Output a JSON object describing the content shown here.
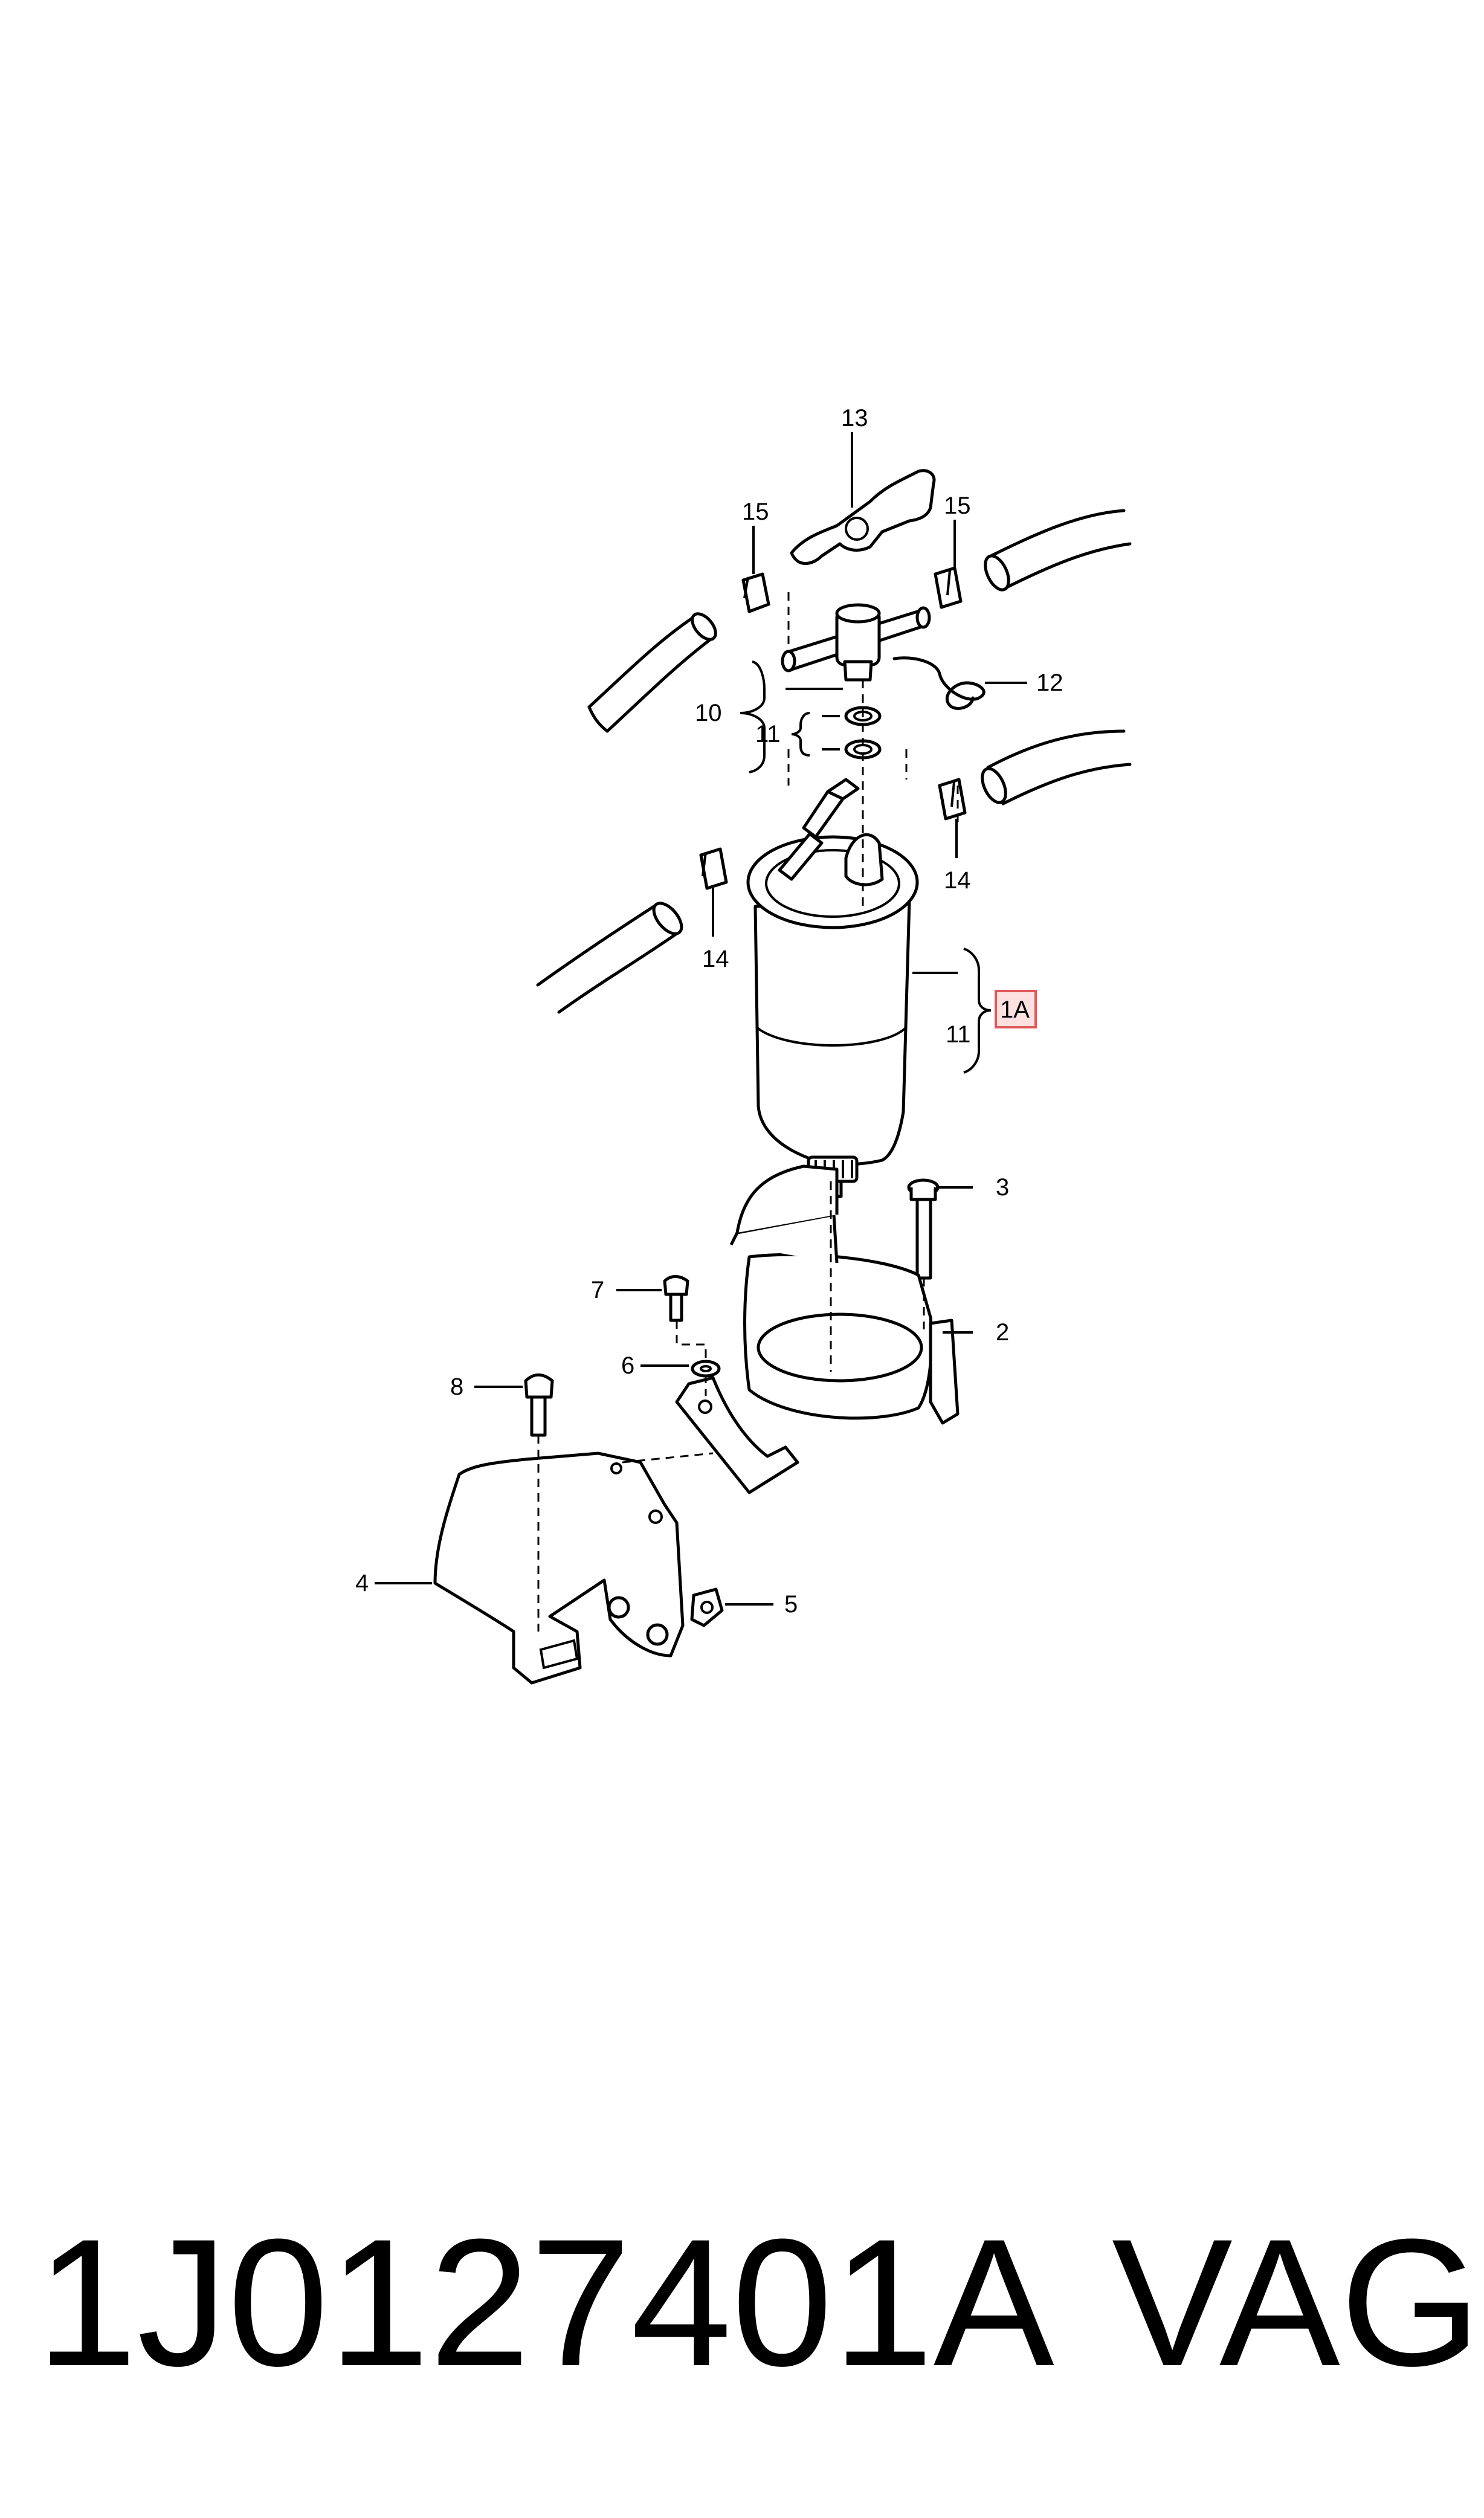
{
  "callouts": {
    "c13": "13",
    "c15_left": "15",
    "c15_right": "15",
    "c12": "12",
    "c10": "10",
    "c11_upper": "11",
    "c14_right": "14",
    "c14_left": "14",
    "c1A": "1A",
    "c11_lower": "11",
    "c3": "3",
    "c7": "7",
    "c2": "2",
    "c6": "6",
    "c8": "8",
    "c4": "4",
    "c5": "5"
  },
  "footer": {
    "part_number": "1J0127401A",
    "brand": "VAG"
  },
  "colors": {
    "line": "#000000",
    "highlight_fill": "#fde0e0",
    "highlight_border": "#e05a5a",
    "background": "#ffffff"
  }
}
